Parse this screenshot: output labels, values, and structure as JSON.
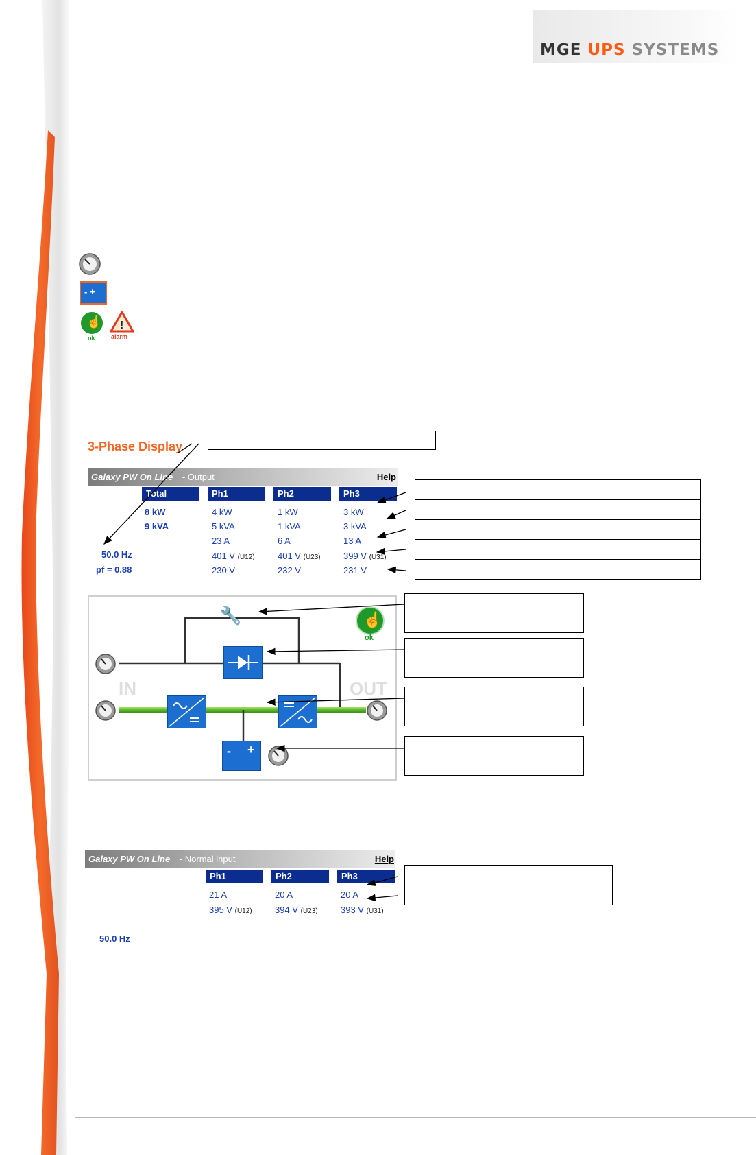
{
  "logo": {
    "mge": "MGE",
    "ups": "UPS",
    "systems": "SYSTEMS"
  },
  "legend": {
    "ok_label": "ok",
    "alarm_label": "alarm"
  },
  "section_title": "3-Phase Display",
  "output_panel": {
    "product": "Galaxy PW On Line",
    "section": "- Output",
    "help": "Help",
    "headers": [
      "Total",
      "Ph1",
      "Ph2",
      "Ph3"
    ],
    "total": {
      "kw": "8 kW",
      "kva": "9 kVA",
      "freq": "50.0 Hz",
      "pf": "pf = 0.88"
    },
    "ph1": {
      "kw": "4 kW",
      "kva": "5 kVA",
      "a": "23 A",
      "u": "401 V",
      "u_tag": "(U12)",
      "v": "230 V"
    },
    "ph2": {
      "kw": "1 kW",
      "kva": "1 kVA",
      "a": "6 A",
      "u": "401 V",
      "u_tag": "(U23)",
      "v": "232 V"
    },
    "ph3": {
      "kw": "3 kW",
      "kva": "3 kVA",
      "a": "13 A",
      "u": "399 V",
      "u_tag": "(U31)",
      "v": "231 V"
    }
  },
  "diagram": {
    "in_label": "IN",
    "out_label": "OUT",
    "ok_label": "ok"
  },
  "input_panel": {
    "product": "Galaxy PW On Line",
    "section": "- Normal input",
    "help": "Help",
    "headers": [
      "Ph1",
      "Ph2",
      "Ph3"
    ],
    "ph1": {
      "a": "21 A",
      "u": "395 V",
      "u_tag": "(U12)"
    },
    "ph2": {
      "a": "20 A",
      "u": "394 V",
      "u_tag": "(U23)"
    },
    "ph3": {
      "a": "20 A",
      "u": "393 V",
      "u_tag": "(U31)"
    },
    "freq": "50.0 Hz"
  },
  "colors": {
    "accent_orange": "#f26522",
    "header_blue": "#0a2d8f",
    "value_blue": "#1a3fb0",
    "ok_green": "#1f9a2a",
    "alarm_red": "#e03a1e",
    "module_blue": "#1c6fd0"
  }
}
